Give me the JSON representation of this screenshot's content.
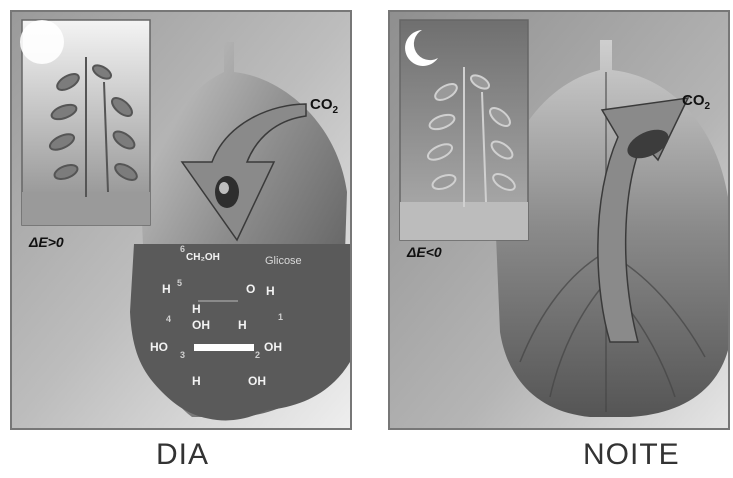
{
  "day": {
    "caption": "DIA",
    "co2": "CO",
    "co2_sub": "2",
    "delta_e": "ΔE>0",
    "glucose": {
      "name": "Glicose",
      "c6": "6",
      "ch2oh": "CH₂OH",
      "c5": "5",
      "c4": "4",
      "c3": "3",
      "c2": "2",
      "c1": "1",
      "h_a": "H",
      "o_ring": "O",
      "h_b": "H",
      "h_c": "H",
      "oh_a": "OH",
      "h_d": "H",
      "ho": "HO",
      "oh_b": "OH",
      "h_e": "H",
      "oh_c": "OH"
    }
  },
  "night": {
    "caption": "NOITE",
    "co2": "CO",
    "co2_sub": "2",
    "delta_e": "ΔE<0"
  },
  "colors": {
    "leaf_dark": "#5a5a5a",
    "leaf_light": "#d9d9d9",
    "arrow": "#8a8a8a",
    "panel_border": "#777777"
  }
}
